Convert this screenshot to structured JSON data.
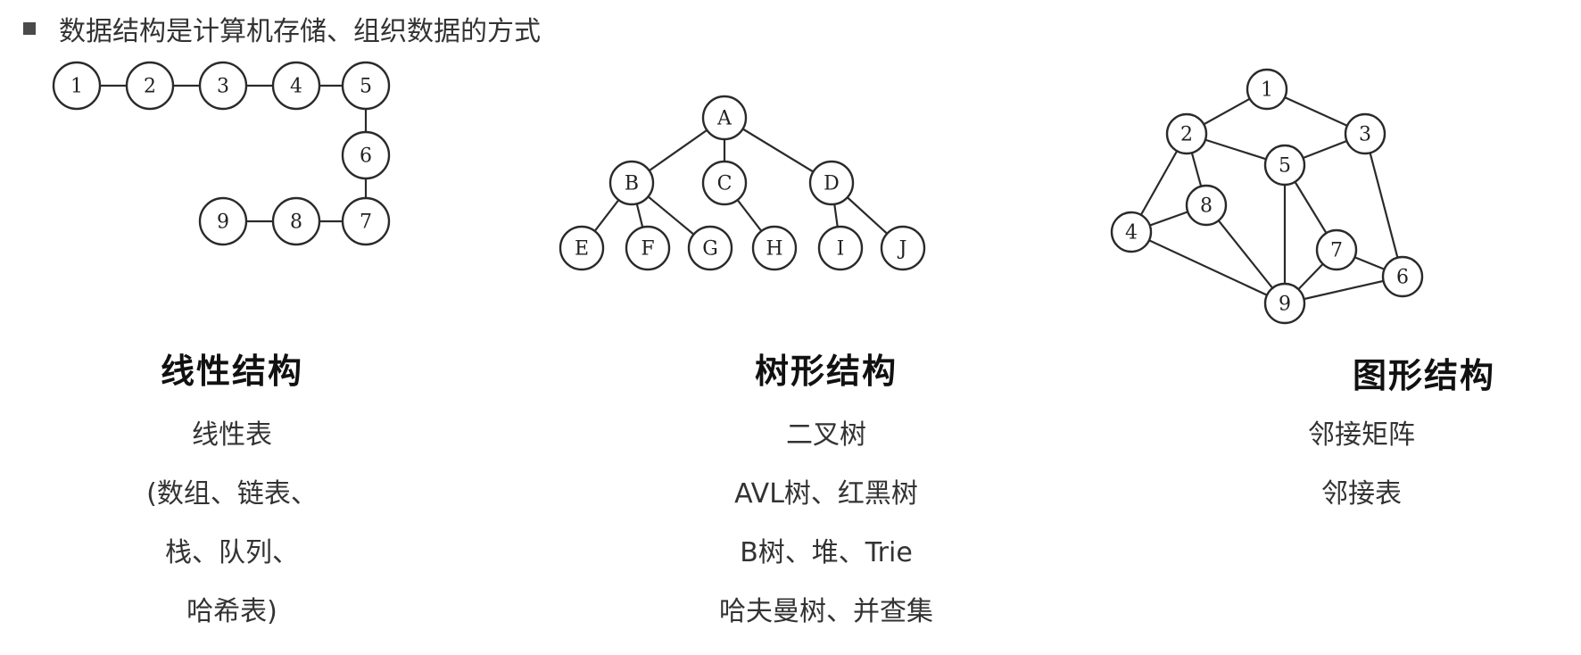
{
  "header": {
    "intro": "数据结构是计算机存储、组织数据的方式"
  },
  "linear": {
    "title": "线性结构",
    "items": [
      "线性表",
      "(数组、链表、",
      "栈、队列、",
      "哈希表)"
    ],
    "nodes": [
      {
        "id": "n1",
        "label": "1"
      },
      {
        "id": "n2",
        "label": "2"
      },
      {
        "id": "n3",
        "label": "3"
      },
      {
        "id": "n4",
        "label": "4"
      },
      {
        "id": "n5",
        "label": "5"
      },
      {
        "id": "n6",
        "label": "6"
      },
      {
        "id": "n7",
        "label": "7"
      },
      {
        "id": "n8",
        "label": "8"
      },
      {
        "id": "n9",
        "label": "9"
      }
    ],
    "edges": [
      [
        "n1",
        "n2"
      ],
      [
        "n2",
        "n3"
      ],
      [
        "n3",
        "n4"
      ],
      [
        "n4",
        "n5"
      ],
      [
        "n5",
        "n6"
      ],
      [
        "n6",
        "n7"
      ],
      [
        "n7",
        "n8"
      ],
      [
        "n8",
        "n9"
      ]
    ]
  },
  "tree": {
    "title": "树形结构",
    "items": [
      "二叉树",
      "AVL树、红黑树",
      "B树、堆、Trie",
      "哈夫曼树、并查集"
    ],
    "nodes": [
      {
        "id": "A",
        "label": "A"
      },
      {
        "id": "B",
        "label": "B"
      },
      {
        "id": "C",
        "label": "C"
      },
      {
        "id": "D",
        "label": "D"
      },
      {
        "id": "E",
        "label": "E"
      },
      {
        "id": "F",
        "label": "F"
      },
      {
        "id": "G",
        "label": "G"
      },
      {
        "id": "H",
        "label": "H"
      },
      {
        "id": "I",
        "label": "I"
      },
      {
        "id": "J",
        "label": "J"
      }
    ],
    "edges": [
      [
        "A",
        "B"
      ],
      [
        "A",
        "C"
      ],
      [
        "A",
        "D"
      ],
      [
        "B",
        "E"
      ],
      [
        "B",
        "F"
      ],
      [
        "B",
        "G"
      ],
      [
        "C",
        "H"
      ],
      [
        "D",
        "I"
      ],
      [
        "D",
        "J"
      ]
    ]
  },
  "graph": {
    "title": "图形结构",
    "items": [
      "邻接矩阵",
      "邻接表"
    ],
    "nodes": [
      {
        "id": "g1",
        "label": "1"
      },
      {
        "id": "g2",
        "label": "2"
      },
      {
        "id": "g3",
        "label": "3"
      },
      {
        "id": "g4",
        "label": "4"
      },
      {
        "id": "g5",
        "label": "5"
      },
      {
        "id": "g6",
        "label": "6"
      },
      {
        "id": "g7",
        "label": "7"
      },
      {
        "id": "g8",
        "label": "8"
      },
      {
        "id": "g9",
        "label": "9"
      }
    ],
    "edges": [
      [
        "g1",
        "g2"
      ],
      [
        "g1",
        "g3"
      ],
      [
        "g2",
        "g4"
      ],
      [
        "g2",
        "g5"
      ],
      [
        "g2",
        "g8"
      ],
      [
        "g3",
        "g5"
      ],
      [
        "g3",
        "g6"
      ],
      [
        "g4",
        "g8"
      ],
      [
        "g4",
        "g9"
      ],
      [
        "g5",
        "g7"
      ],
      [
        "g5",
        "g9"
      ],
      [
        "g7",
        "g6"
      ],
      [
        "g7",
        "g9"
      ],
      [
        "g8",
        "g9"
      ],
      [
        "g9",
        "g6"
      ]
    ]
  }
}
